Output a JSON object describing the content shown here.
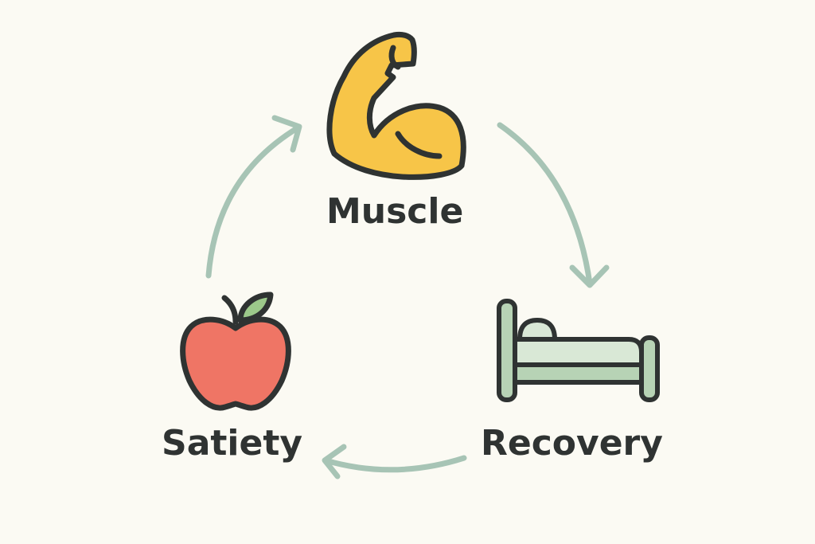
{
  "diagram": {
    "nodes": [
      {
        "id": "muscle",
        "label": "Muscle",
        "icon": "flexed-arm-icon"
      },
      {
        "id": "recovery",
        "label": "Recovery",
        "icon": "bed-icon"
      },
      {
        "id": "satiety",
        "label": "Satiety",
        "icon": "apple-icon"
      }
    ],
    "edges": [
      {
        "from": "muscle",
        "to": "recovery"
      },
      {
        "from": "recovery",
        "to": "satiety"
      },
      {
        "from": "satiety",
        "to": "muscle"
      }
    ]
  },
  "colors": {
    "background": "#fbfaf3",
    "arrow": "#a7c4b5",
    "outline": "#2f3332",
    "arm_fill": "#f7c548",
    "apple_fill": "#ef7565",
    "leaf_fill": "#9cc98a",
    "bed_fill": "#b7d3b5",
    "bed_light": "#d9e8d6"
  }
}
